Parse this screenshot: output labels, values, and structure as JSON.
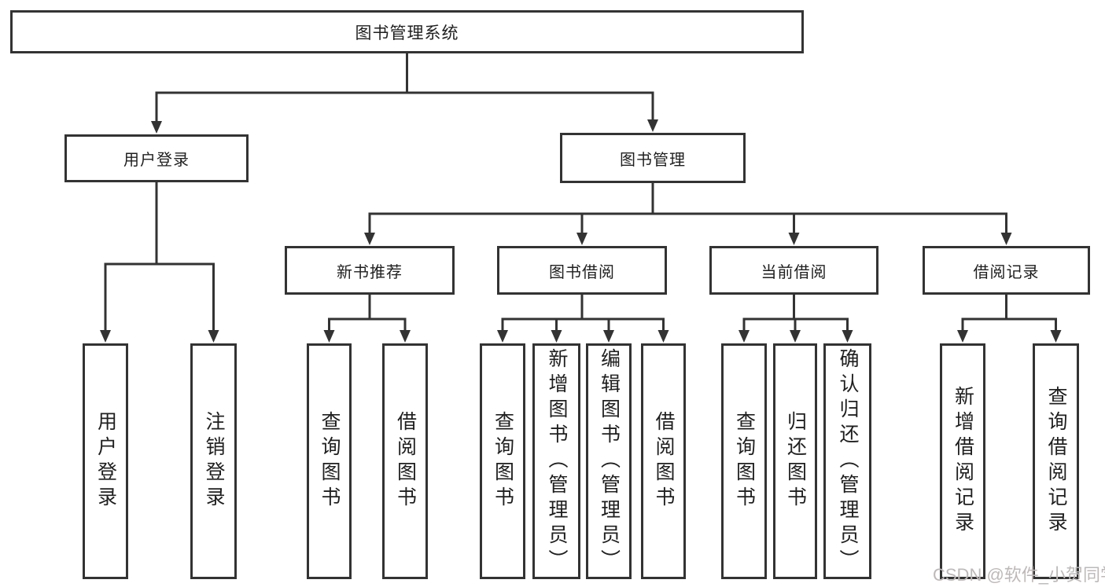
{
  "diagram": {
    "title": "图书管理系统",
    "nodes": [
      {
        "id": "root",
        "parent": null,
        "label": "图书管理系统",
        "orientation": "horizontal"
      },
      {
        "id": "user-login",
        "parent": "root",
        "label": "用户登录",
        "orientation": "horizontal"
      },
      {
        "id": "book-mgmt",
        "parent": "root",
        "label": "图书管理",
        "orientation": "horizontal"
      },
      {
        "id": "new-book-rec",
        "parent": "book-mgmt",
        "label": "新书推荐",
        "orientation": "horizontal"
      },
      {
        "id": "book-borrow",
        "parent": "book-mgmt",
        "label": "图书借阅",
        "orientation": "horizontal"
      },
      {
        "id": "current-borrow",
        "parent": "book-mgmt",
        "label": "当前借阅",
        "orientation": "horizontal"
      },
      {
        "id": "borrow-record",
        "parent": "book-mgmt",
        "label": "借阅记录",
        "orientation": "horizontal"
      },
      {
        "id": "leaf-user-login",
        "parent": "user-login",
        "label": "用户登录",
        "orientation": "vertical"
      },
      {
        "id": "leaf-logout",
        "parent": "user-login",
        "label": "注销登录",
        "orientation": "vertical"
      },
      {
        "id": "leaf-query-book-1",
        "parent": "new-book-rec",
        "label": "查询图书",
        "orientation": "vertical"
      },
      {
        "id": "leaf-borrow-book-1",
        "parent": "new-book-rec",
        "label": "借阅图书",
        "orientation": "vertical"
      },
      {
        "id": "leaf-query-book-2",
        "parent": "book-borrow",
        "label": "查询图书",
        "orientation": "vertical"
      },
      {
        "id": "leaf-add-book",
        "parent": "book-borrow",
        "label": "新增图书（管理员）",
        "orientation": "vertical"
      },
      {
        "id": "leaf-edit-book",
        "parent": "book-borrow",
        "label": "编辑图书（管理员）",
        "orientation": "vertical"
      },
      {
        "id": "leaf-borrow-book-2",
        "parent": "book-borrow",
        "label": "借阅图书",
        "orientation": "vertical"
      },
      {
        "id": "leaf-query-book-3",
        "parent": "current-borrow",
        "label": "查询图书",
        "orientation": "vertical"
      },
      {
        "id": "leaf-return-book",
        "parent": "current-borrow",
        "label": "归还图书",
        "orientation": "vertical"
      },
      {
        "id": "leaf-confirm-return",
        "parent": "current-borrow",
        "label": "确认归还（管理员）",
        "orientation": "vertical"
      },
      {
        "id": "leaf-add-borrow-record",
        "parent": "borrow-record",
        "label": "新增借阅记录",
        "orientation": "vertical"
      },
      {
        "id": "leaf-query-borrow-record",
        "parent": "borrow-record",
        "label": "查询借阅记录",
        "orientation": "vertical"
      }
    ]
  },
  "watermark": {
    "text": "CSDN @软件_小贺同学",
    "color": "#beb9b9"
  },
  "colors": {
    "line": "#333333",
    "box_border": "#333333",
    "text": "#1f1f1f",
    "background": "#ffffff"
  }
}
